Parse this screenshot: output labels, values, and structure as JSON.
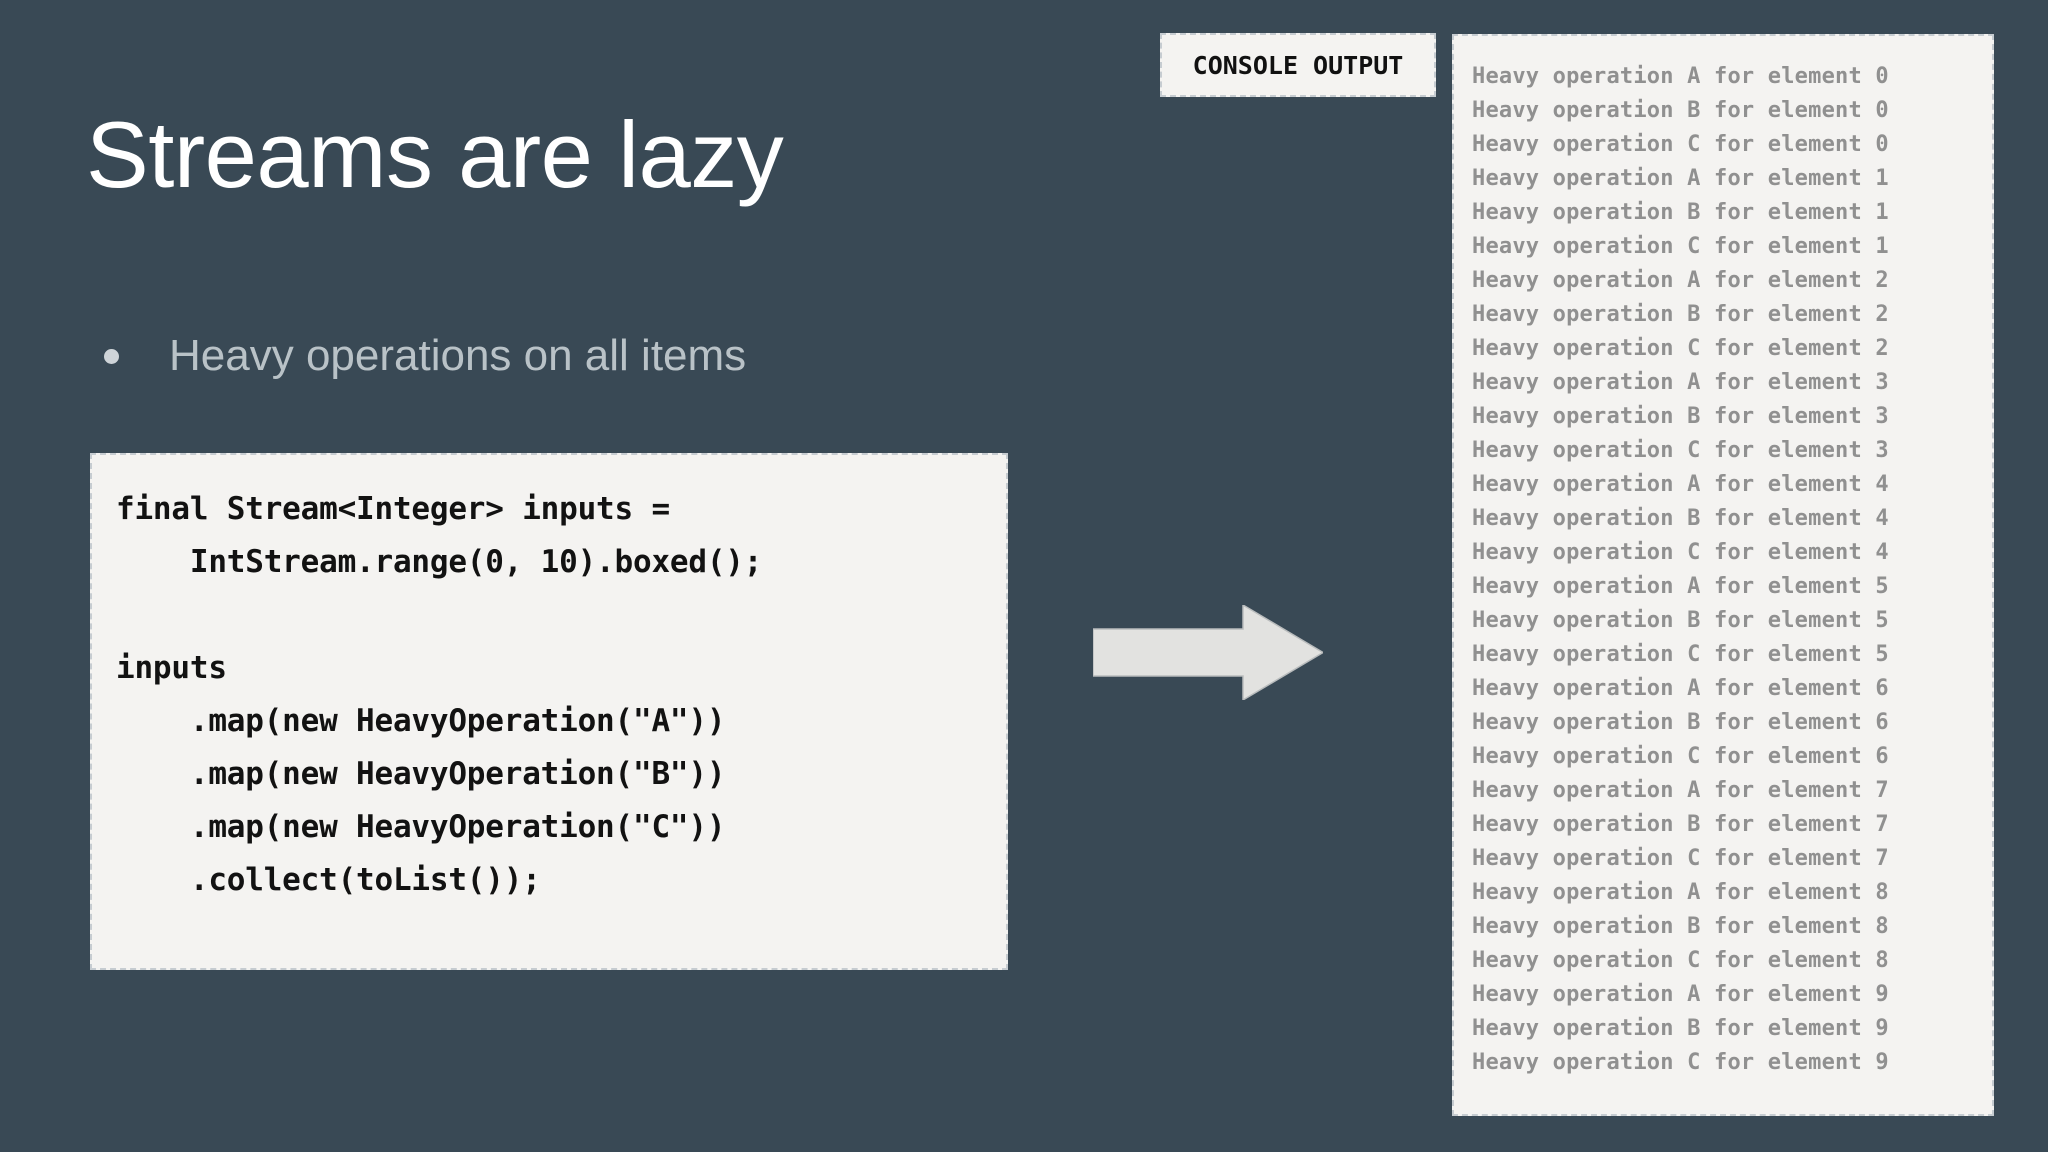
{
  "slide": {
    "background_color": "#394955",
    "title": "Streams are lazy",
    "title_color": "#ffffff"
  },
  "bullets": [
    {
      "text": "Heavy operations on all items",
      "color": "#b9c2c7"
    }
  ],
  "code_block": {
    "background_color": "#f4f3f1",
    "border_color": "#c6ccd1",
    "text_color": "#121212",
    "language": "java",
    "code": "final Stream<Integer> inputs =\n    IntStream.range(0, 10).boxed();\n\ninputs\n    .map(new HeavyOperation(\"A\"))\n    .map(new HeavyOperation(\"B\"))\n    .map(new HeavyOperation(\"C\"))\n    .collect(toList());",
    "lines": [
      "final Stream<Integer> inputs =",
      "    IntStream.range(0, 10).boxed();",
      "",
      "inputs",
      "    .map(new HeavyOperation(\"A\"))",
      "    .map(new HeavyOperation(\"B\"))",
      "    .map(new HeavyOperation(\"C\"))",
      "    .collect(toList());"
    ]
  },
  "arrow": {
    "icon": "arrow-right-icon",
    "fill_color": "#e2e2e0",
    "direction": "right"
  },
  "console": {
    "label": "CONSOLE OUTPUT",
    "label_color": "#111111",
    "panel_background": "#f4f3f1",
    "text_color": "#909090",
    "line_count": 30,
    "lines": [
      "Heavy operation A for element 0",
      "Heavy operation B for element 0",
      "Heavy operation C for element 0",
      "Heavy operation A for element 1",
      "Heavy operation B for element 1",
      "Heavy operation C for element 1",
      "Heavy operation A for element 2",
      "Heavy operation B for element 2",
      "Heavy operation C for element 2",
      "Heavy operation A for element 3",
      "Heavy operation B for element 3",
      "Heavy operation C for element 3",
      "Heavy operation A for element 4",
      "Heavy operation B for element 4",
      "Heavy operation C for element 4",
      "Heavy operation A for element 5",
      "Heavy operation B for element 5",
      "Heavy operation C for element 5",
      "Heavy operation A for element 6",
      "Heavy operation B for element 6",
      "Heavy operation C for element 6",
      "Heavy operation A for element 7",
      "Heavy operation B for element 7",
      "Heavy operation C for element 7",
      "Heavy operation A for element 8",
      "Heavy operation B for element 8",
      "Heavy operation C for element 8",
      "Heavy operation A for element 9",
      "Heavy operation B for element 9",
      "Heavy operation C for element 9"
    ]
  }
}
